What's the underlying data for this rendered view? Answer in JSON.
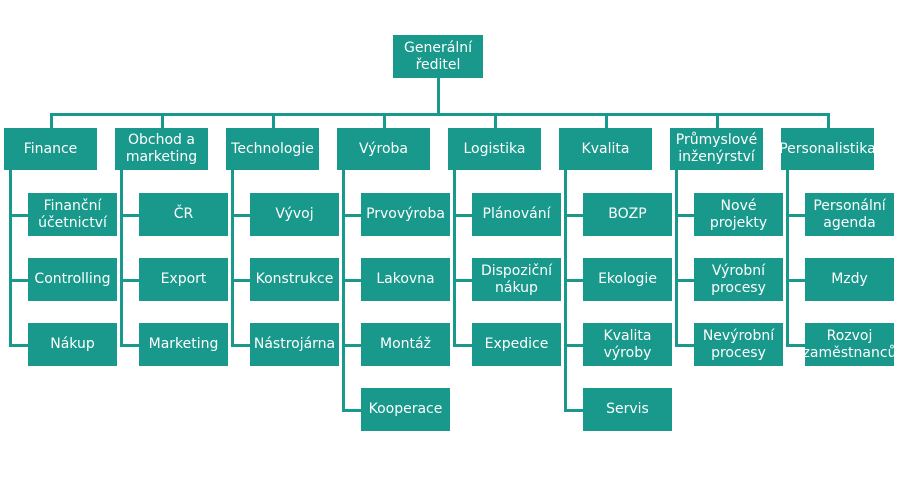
{
  "org_chart": {
    "root": "Generální\nředitel",
    "departments": [
      {
        "label": "Finance",
        "children": [
          "Finanční\núčetnictví",
          "Controlling",
          "Nákup"
        ]
      },
      {
        "label": "Obchod a\nmarketing",
        "children": [
          "ČR",
          "Export",
          "Marketing"
        ]
      },
      {
        "label": "Technologie",
        "children": [
          "Vývoj",
          "Konstrukce",
          "Nástrojárna"
        ]
      },
      {
        "label": "Výroba",
        "children": [
          "Prvovýroba",
          "Lakovna",
          "Montáž",
          "Kooperace"
        ]
      },
      {
        "label": "Logistika",
        "children": [
          "Plánování",
          "Dispoziční\nnákup",
          "Expedice"
        ]
      },
      {
        "label": "Kvalita",
        "children": [
          "BOZP",
          "Ekologie",
          "Kvalita výroby",
          "Servis"
        ]
      },
      {
        "label": "Průmyslové\ninženýrství",
        "children": [
          "Nové projekty",
          "Výrobní\nprocesy",
          "Nevýrobní\nprocesy"
        ]
      },
      {
        "label": "Personalistika",
        "children": [
          "Personální\nagenda",
          "Mzdy",
          "Rozvoj\nzaměstnanců"
        ]
      }
    ]
  },
  "colors": {
    "box": "#18998c",
    "text": "#ffffff",
    "connector": "#18998c"
  }
}
